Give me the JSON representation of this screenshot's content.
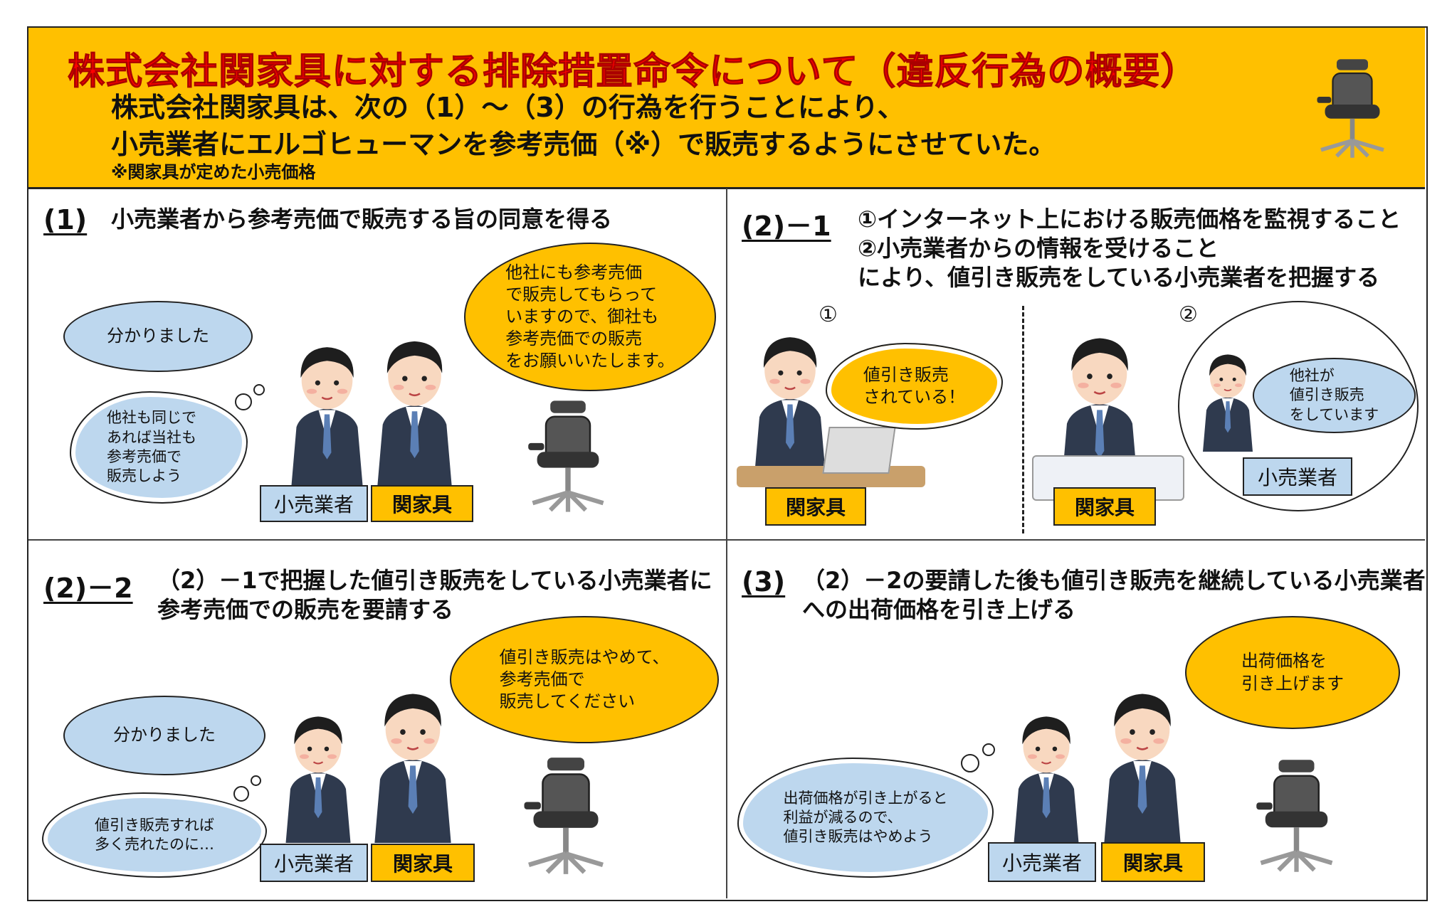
{
  "header": {
    "title": "株式会社関家具に対する排除措置命令について（違反行為の概要）",
    "line1": "株式会社関家具は、次の（1）～（3）の行為を行うことにより、",
    "line2": "小売業者にエルゴヒューマンを参考売価（※）で販売するようにさせていた。",
    "note": "※関家具が定めた小売価格"
  },
  "panel1": {
    "number": "(1)",
    "heading": "小売業者から参考売価で販売する旨の同意を得る",
    "retailer_speech": "分かりました",
    "retailer_thought": "他社も同じで\nあれば当社も\n参考売価で\n販売しよう",
    "seki_speech": "他社にも参考売価\nで販売してもらって\nいますので、御社も\n参考売価での販売\nをお願いいたします。",
    "label_retailer": "小売業者",
    "label_seki": "関家具"
  },
  "panel21": {
    "number": "(2)－1",
    "heading_lines": [
      "①インターネット上における販売価格を監視すること",
      "②小売業者からの情報を受けること",
      "により、値引き販売をしている小売業者を把握する"
    ],
    "marker1": "①",
    "marker2": "②",
    "seki_thought": "値引き販売\nされている！",
    "retailer_speech": "他社が\n値引き販売\nをしています",
    "label_seki_1": "関家具",
    "label_seki_2": "関家具",
    "label_retailer": "小売業者"
  },
  "panel22": {
    "number": "(2)－2",
    "heading_lines": [
      "（2）－1で把握した値引き販売をしている小売業者に",
      "参考売価での販売を要請する"
    ],
    "retailer_speech": "分かりました",
    "retailer_thought": "値引き販売すれば\n多く売れたのに…",
    "seki_speech": "値引き販売はやめて、\n参考売価で\n販売してください",
    "label_retailer": "小売業者",
    "label_seki": "関家具"
  },
  "panel3": {
    "number": "(3)",
    "heading_lines": [
      "（2）－2の要請した後も値引き販売を継続している小売業者",
      "への出荷価格を引き上げる"
    ],
    "seki_speech": "出荷価格を\n引き上げます",
    "retailer_thought": "出荷価格が引き上がると\n利益が減るので、\n値引き販売はやめよう",
    "label_retailer": "小売業者",
    "label_seki": "関家具"
  },
  "colors": {
    "accent": "#FFC000",
    "title": "#FF0000",
    "retailer": "#BDD7EE"
  }
}
